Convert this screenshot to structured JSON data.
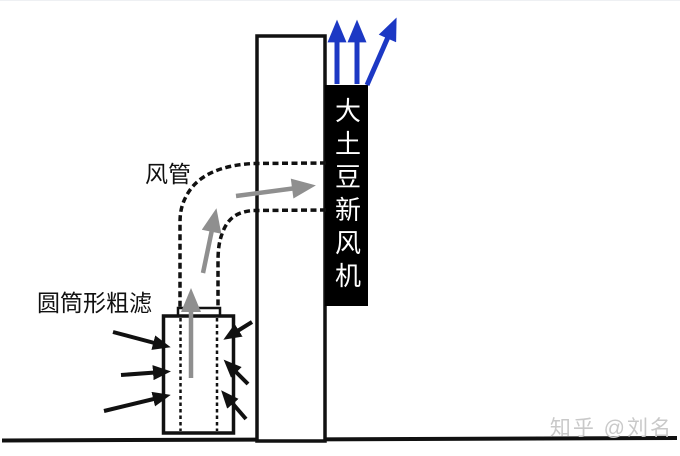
{
  "diagram": {
    "labels": {
      "duct": "风管",
      "filter": "圆筒形粗滤",
      "fan": "大土豆新风机"
    },
    "watermark": "知乎 @刘名",
    "colors": {
      "arrow_blue": "#1c38c4",
      "arrow_gray": "#8f8f8f",
      "line_black": "#111111",
      "fan_box_bg": "#000000",
      "fan_box_text": "#ffffff",
      "watermark_gray": "#c9c9c9",
      "background": "#ffffff"
    }
  }
}
